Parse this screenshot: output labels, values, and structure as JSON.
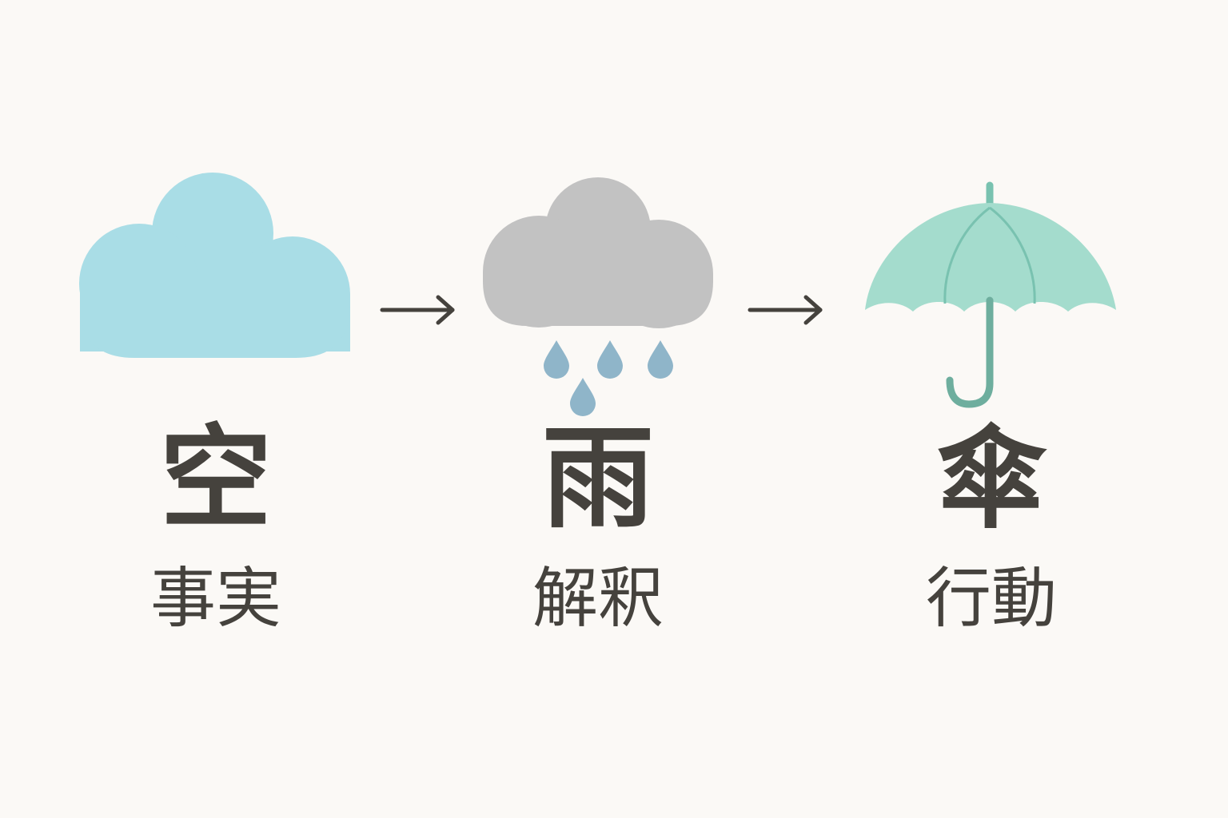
{
  "stages": [
    {
      "symbol": "空",
      "label": "事実",
      "icon": "cloud-icon"
    },
    {
      "symbol": "雨",
      "label": "解釈",
      "icon": "rain-cloud-icon"
    },
    {
      "symbol": "傘",
      "label": "行動",
      "icon": "umbrella-icon"
    }
  ],
  "colors": {
    "background": "#fbf9f6",
    "text": "#45423d",
    "cloud": "#a9dde6",
    "rain_cloud": "#c2c2c2",
    "raindrop": "#8fb5c9",
    "umbrella_canopy": "#a4dccd",
    "umbrella_ribs": "#79c2b0",
    "umbrella_handle": "#6eae9e",
    "arrow": "#45423d"
  },
  "connectors": [
    "arrow-right-icon",
    "arrow-right-icon"
  ]
}
